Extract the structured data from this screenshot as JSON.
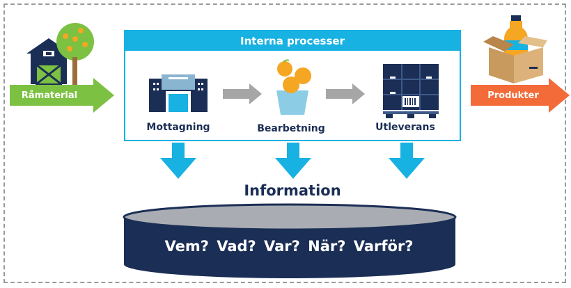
{
  "diagram": {
    "process_box_title": "Interna processer",
    "input_label": "Råmaterial",
    "output_label": "Produkter",
    "steps": [
      "Mottagning",
      "Bearbetning",
      "Utleverans"
    ],
    "info_title": "Information",
    "questions": "Vem?  Vad?  Var?  När?  Varför?"
  },
  "colors": {
    "accent_blue": "#17b1e2",
    "navy": "#1b2e55",
    "green": "#7cc142",
    "orange": "#f26b38",
    "gray_arrow": "#a6a6a6"
  },
  "icons": [
    "barn-icon",
    "tree-icon",
    "factory-icon",
    "oranges-bowl-icon",
    "pallet-icon",
    "juice-box-icon"
  ]
}
